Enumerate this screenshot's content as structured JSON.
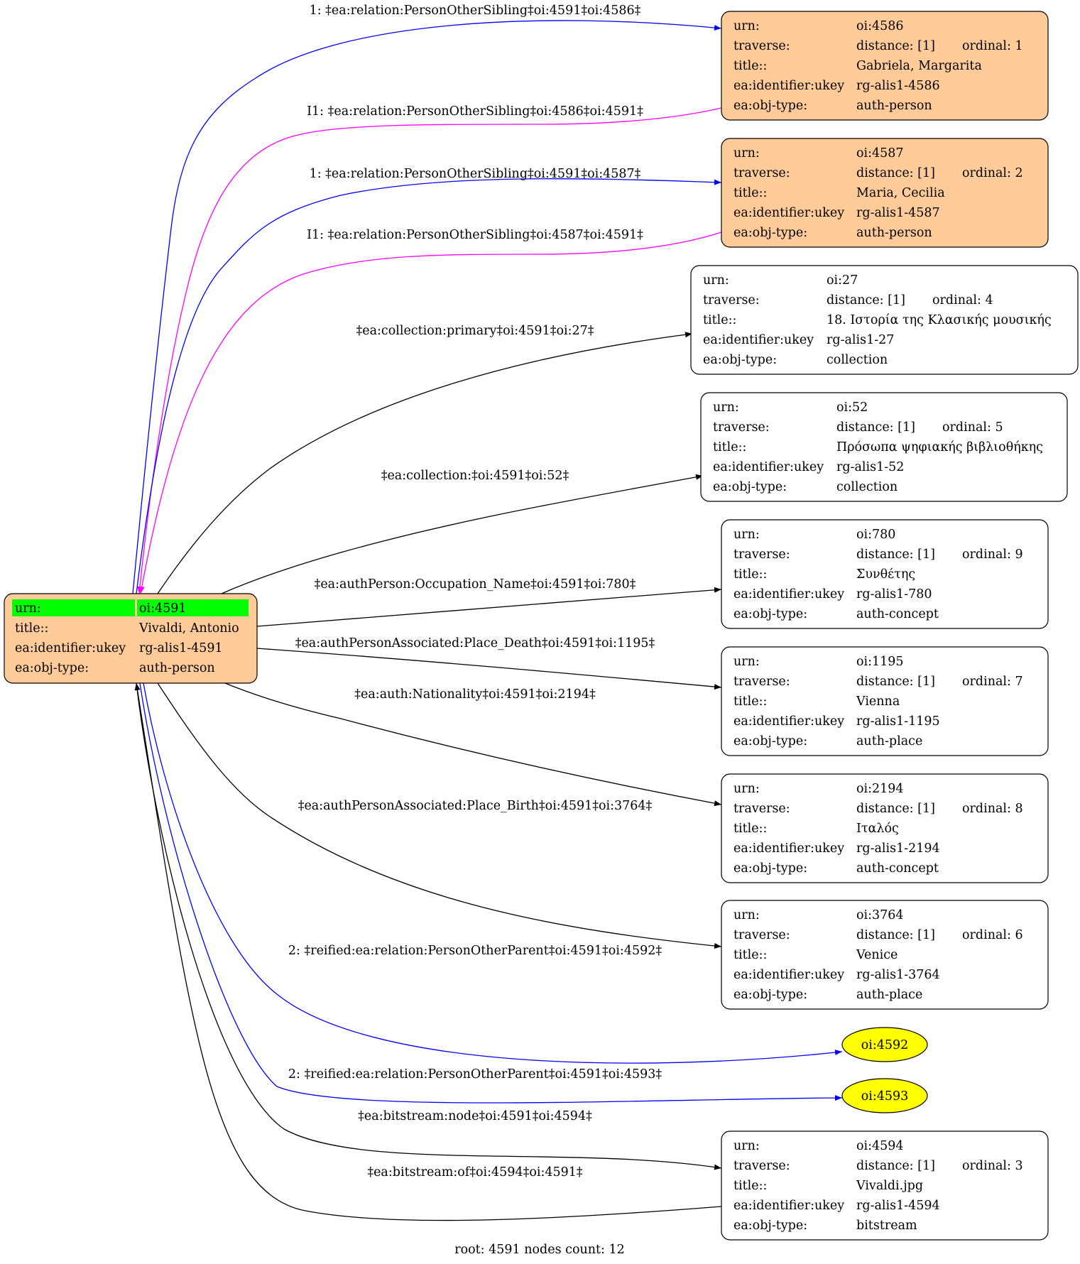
{
  "root_node": {
    "urn_label": "urn:",
    "urn": "oi:4591",
    "title_label": "title::",
    "title": "Vivaldi, Antonio",
    "ukey_label": "ea:identifier:ukey",
    "ukey": "rg-alis1-4591",
    "type_label": "ea:obj-type:",
    "type": "auth-person",
    "highlight_color": "#00ff00",
    "fill_color": "#ffcc99"
  },
  "nodes": [
    {
      "id": "n4586",
      "urn": "oi:4586",
      "distance": "distance: [1]",
      "ordinal": "ordinal: 1",
      "title": "Gabriela, Margarita",
      "ukey": "rg-alis1-4586",
      "type": "auth-person",
      "fill": "#ffcc99"
    },
    {
      "id": "n4587",
      "urn": "oi:4587",
      "distance": "distance: [1]",
      "ordinal": "ordinal: 2",
      "title": "Maria, Cecilia",
      "ukey": "rg-alis1-4587",
      "type": "auth-person",
      "fill": "#ffcc99"
    },
    {
      "id": "n27",
      "urn": "oi:27",
      "distance": "distance: [1]",
      "ordinal": "ordinal: 4",
      "title": "18. Ιστορία της Κλασικής μουσικής",
      "ukey": "rg-alis1-27",
      "type": "collection",
      "fill": "#ffffff"
    },
    {
      "id": "n52",
      "urn": "oi:52",
      "distance": "distance: [1]",
      "ordinal": "ordinal: 5",
      "title": "Πρόσωπα ψηφιακής βιβλιοθήκης",
      "ukey": "rg-alis1-52",
      "type": "collection",
      "fill": "#ffffff"
    },
    {
      "id": "n780",
      "urn": "oi:780",
      "distance": "distance: [1]",
      "ordinal": "ordinal: 9",
      "title": "Συνθέτης",
      "ukey": "rg-alis1-780",
      "type": "auth-concept",
      "fill": "#ffffff"
    },
    {
      "id": "n1195",
      "urn": "oi:1195",
      "distance": "distance: [1]",
      "ordinal": "ordinal: 7",
      "title": "Vienna",
      "ukey": "rg-alis1-1195",
      "type": "auth-place",
      "fill": "#ffffff"
    },
    {
      "id": "n2194",
      "urn": "oi:2194",
      "distance": "distance: [1]",
      "ordinal": "ordinal: 8",
      "title": "Ιταλός",
      "ukey": "rg-alis1-2194",
      "type": "auth-concept",
      "fill": "#ffffff"
    },
    {
      "id": "n3764",
      "urn": "oi:3764",
      "distance": "distance: [1]",
      "ordinal": "ordinal: 6",
      "title": "Venice",
      "ukey": "rg-alis1-3764",
      "type": "auth-place",
      "fill": "#ffffff"
    },
    {
      "id": "n4594",
      "urn": "oi:4594",
      "distance": "distance: [1]",
      "ordinal": "ordinal: 3",
      "title": "Vivaldi.jpg",
      "ukey": "rg-alis1-4594",
      "type": "bitstream",
      "fill": "#ffffff"
    }
  ],
  "row_labels": {
    "urn": "urn:",
    "traverse": "traverse:",
    "title": "title::",
    "ukey": "ea:identifier:ukey",
    "type": "ea:obj-type:"
  },
  "ellipse_nodes": [
    {
      "id": "e4592",
      "label": "oi:4592",
      "fill": "#ffff00"
    },
    {
      "id": "e4593",
      "label": "oi:4593",
      "fill": "#ffff00"
    }
  ],
  "edges": [
    {
      "id": "edge-1",
      "label": "1: ‡ea:relation:PersonOtherSibling‡oi:4591‡oi:4586‡",
      "color": "#0000ff"
    },
    {
      "id": "edge-2",
      "label": "I1: ‡ea:relation:PersonOtherSibling‡oi:4586‡oi:4591‡",
      "color": "#ff00ff"
    },
    {
      "id": "edge-3",
      "label": "1: ‡ea:relation:PersonOtherSibling‡oi:4591‡oi:4587‡",
      "color": "#0000ff"
    },
    {
      "id": "edge-4",
      "label": "I1: ‡ea:relation:PersonOtherSibling‡oi:4587‡oi:4591‡",
      "color": "#ff00ff"
    },
    {
      "id": "edge-5",
      "label": "‡ea:collection:primary‡oi:4591‡oi:27‡",
      "color": "#000000"
    },
    {
      "id": "edge-6",
      "label": "‡ea:collection:‡oi:4591‡oi:52‡",
      "color": "#000000"
    },
    {
      "id": "edge-7",
      "label": "‡ea:authPerson:Occupation_Name‡oi:4591‡oi:780‡",
      "color": "#000000"
    },
    {
      "id": "edge-8",
      "label": "‡ea:authPersonAssociated:Place_Death‡oi:4591‡oi:1195‡",
      "color": "#000000"
    },
    {
      "id": "edge-9",
      "label": "‡ea:auth:Nationality‡oi:4591‡oi:2194‡",
      "color": "#000000"
    },
    {
      "id": "edge-10",
      "label": "‡ea:authPersonAssociated:Place_Birth‡oi:4591‡oi:3764‡",
      "color": "#000000"
    },
    {
      "id": "edge-11",
      "label": "2: ‡reified:ea:relation:PersonOtherParent‡oi:4591‡oi:4592‡",
      "color": "#0000ff"
    },
    {
      "id": "edge-12",
      "label": "2: ‡reified:ea:relation:PersonOtherParent‡oi:4591‡oi:4593‡",
      "color": "#0000ff"
    },
    {
      "id": "edge-13",
      "label": "‡ea:bitstream:node‡oi:4591‡oi:4594‡",
      "color": "#000000"
    },
    {
      "id": "edge-14",
      "label": "‡ea:bitstream:of‡oi:4594‡oi:4591‡",
      "color": "#000000"
    }
  ],
  "caption": "root: 4591 nodes count: 12"
}
